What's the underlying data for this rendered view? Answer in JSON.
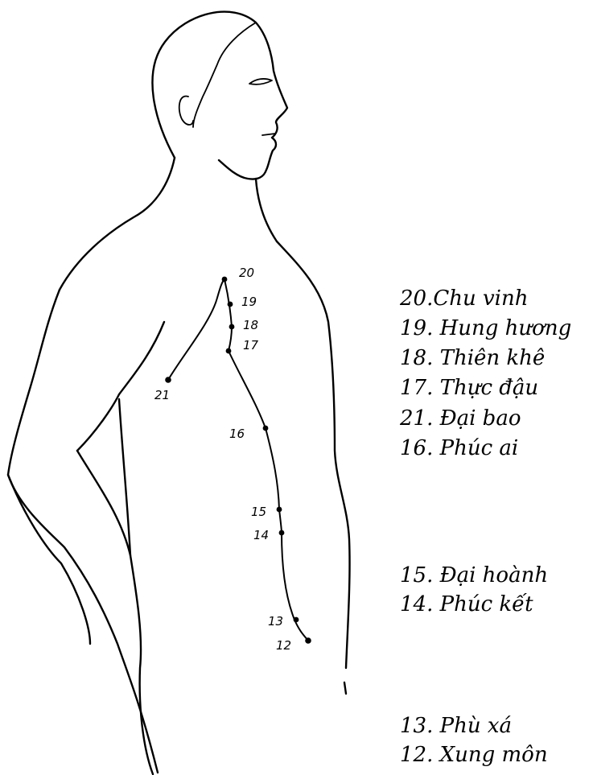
{
  "diagram": {
    "points": [
      {
        "id": "20",
        "label": "20"
      },
      {
        "id": "19",
        "label": "19"
      },
      {
        "id": "18",
        "label": "18"
      },
      {
        "id": "17",
        "label": "17"
      },
      {
        "id": "21",
        "label": "21"
      },
      {
        "id": "16",
        "label": "16"
      },
      {
        "id": "15",
        "label": "15"
      },
      {
        "id": "14",
        "label": "14"
      },
      {
        "id": "13",
        "label": "13"
      },
      {
        "id": "12",
        "label": "12"
      }
    ],
    "legend": [
      "20.Chu vinh",
      "19. Hung hương",
      "18. Thiên khê",
      "17. Thực đậu",
      "21. Đại bao",
      "16. Phúc ai",
      "15. Đại hoành",
      "14. Phúc kết",
      "13. Phù xá",
      "12. Xung môn"
    ]
  }
}
